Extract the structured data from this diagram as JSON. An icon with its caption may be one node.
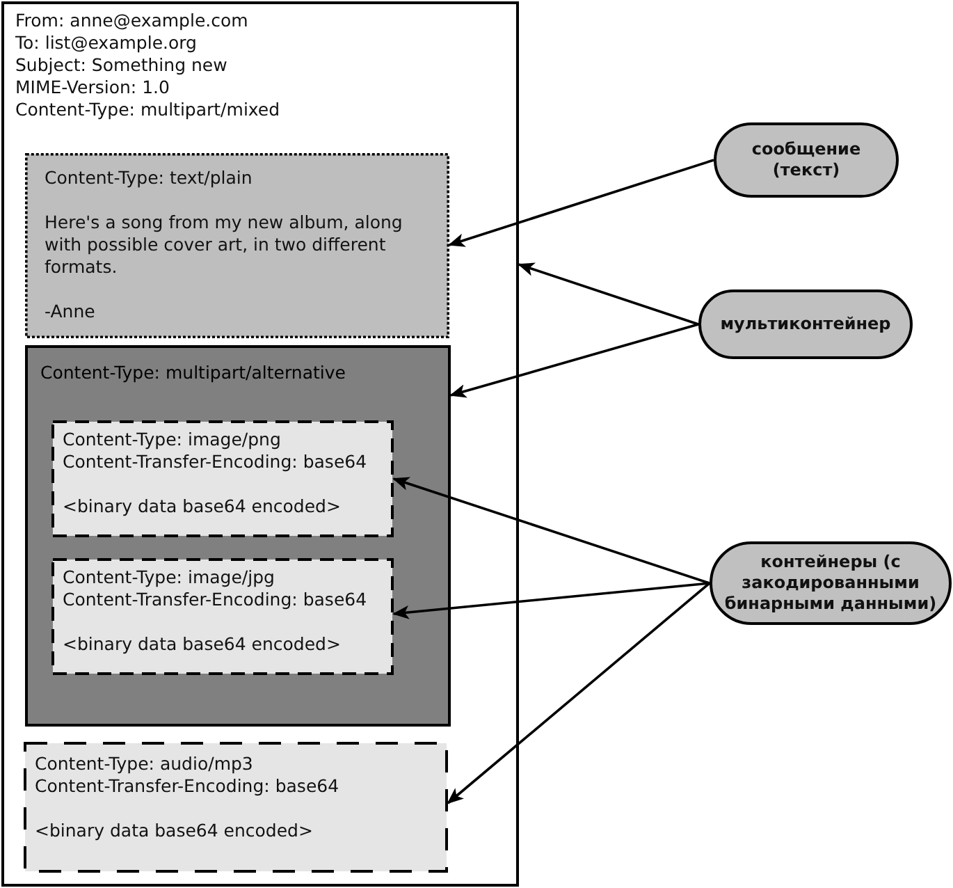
{
  "diagram": {
    "nodes": [
      {
        "text": [
          "From: anne@example.com",
          "To: list@example.org",
          "Subject: Something new",
          "MIME-Version: 1.0",
          "Content-Type: multipart/mixed"
        ]
      },
      {
        "text": [
          "Content-Type: text/plain",
          "Here's a song from my new album, along with possible cover art, in two different formats.",
          "-Anne"
        ],
        "in": 0
      },
      {
        "text": [
          "Content-Type: multipart/alternative"
        ],
        "in": 0
      },
      {
        "text": [
          "Content-Type: image/png",
          "Content-Transfer-Encoding: base64",
          "<binary data base64 encoded>"
        ],
        "in": 2
      },
      {
        "text": [
          "Content-Type: image/jpg",
          "Content-Transfer-Encoding: base64",
          "<binary data base64 encoded>"
        ],
        "in": 2
      },
      {
        "text": [
          "Content-Type: audio/mp3",
          "Content-Transfer-Encoding: base64",
          "<binary data base64 encoded>"
        ],
        "in": 0
      },
      {
        "text": [
          "сообщение (текст)"
        ]
      },
      {
        "text": [
          "мультиконтейнер"
        ]
      },
      {
        "text": [
          "контейнеры (с закодированными бинарными данными)"
        ]
      }
    ],
    "edges": [
      {
        "from": 6,
        "to": 1,
        "arrow": "to"
      },
      {
        "from": 7,
        "to": 0,
        "arrow": "to"
      },
      {
        "from": 7,
        "to": 2,
        "arrow": "to"
      },
      {
        "from": 8,
        "to": 3,
        "arrow": "to"
      },
      {
        "from": 8,
        "to": 4,
        "arrow": "to"
      },
      {
        "from": 8,
        "to": 5,
        "arrow": "to"
      }
    ]
  }
}
